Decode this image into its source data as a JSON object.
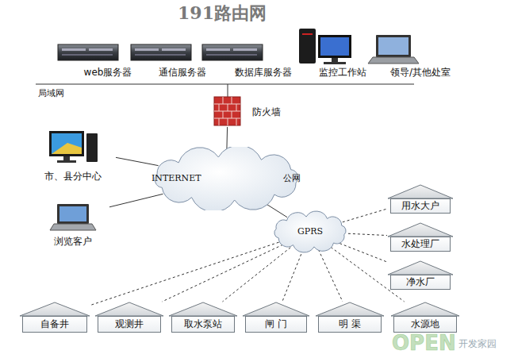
{
  "diagram": {
    "title": "191路由网",
    "nodes": [
      {
        "text": [
          "web服务器"
        ]
      },
      {
        "text": [
          "通信服务器"
        ]
      },
      {
        "text": [
          "数据库服务器"
        ]
      },
      {
        "text": [
          "监控工作站"
        ]
      },
      {
        "text": [
          "领导/其他处室"
        ]
      },
      {
        "text": [
          "防火墙"
        ]
      },
      {
        "text": [
          "市、县分中心"
        ]
      },
      {
        "text": [
          "INTERNET 公网"
        ]
      },
      {
        "text": [
          "浏览客户"
        ]
      },
      {
        "text": [
          "用水大户"
        ]
      },
      {
        "text": [
          "GPRS"
        ]
      },
      {
        "text": [
          "水处理厂"
        ]
      },
      {
        "text": [
          "净水厂"
        ]
      },
      {
        "text": [
          "自备井"
        ]
      },
      {
        "text": [
          "观测井"
        ]
      },
      {
        "text": [
          "取水泵站"
        ]
      },
      {
        "text": [
          "闸 门"
        ]
      },
      {
        "text": [
          "明 渠"
        ]
      },
      {
        "text": [
          "水源地"
        ]
      }
    ],
    "edges": [
      {
        "from": 5,
        "to": 7,
        "arrow": "none"
      },
      {
        "from": 6,
        "to": 7,
        "arrow": "none"
      },
      {
        "from": 8,
        "to": 7,
        "arrow": "none"
      },
      {
        "from": 7,
        "to": 10,
        "arrow": "none"
      },
      {
        "from": 10,
        "to": 9,
        "arrow": "none"
      },
      {
        "from": 10,
        "to": 11,
        "arrow": "none"
      },
      {
        "from": 10,
        "to": 12,
        "arrow": "none"
      },
      {
        "from": 10,
        "to": 13,
        "arrow": "none"
      },
      {
        "from": 10,
        "to": 14,
        "arrow": "none"
      },
      {
        "from": 10,
        "to": 15,
        "arrow": "none"
      },
      {
        "from": 10,
        "to": 16,
        "arrow": "none"
      },
      {
        "from": 10,
        "to": 17,
        "arrow": "none"
      },
      {
        "from": 10,
        "to": 18,
        "arrow": "none"
      }
    ],
    "labels": [
      "局域网",
      "OPEN",
      "开发家园"
    ]
  }
}
